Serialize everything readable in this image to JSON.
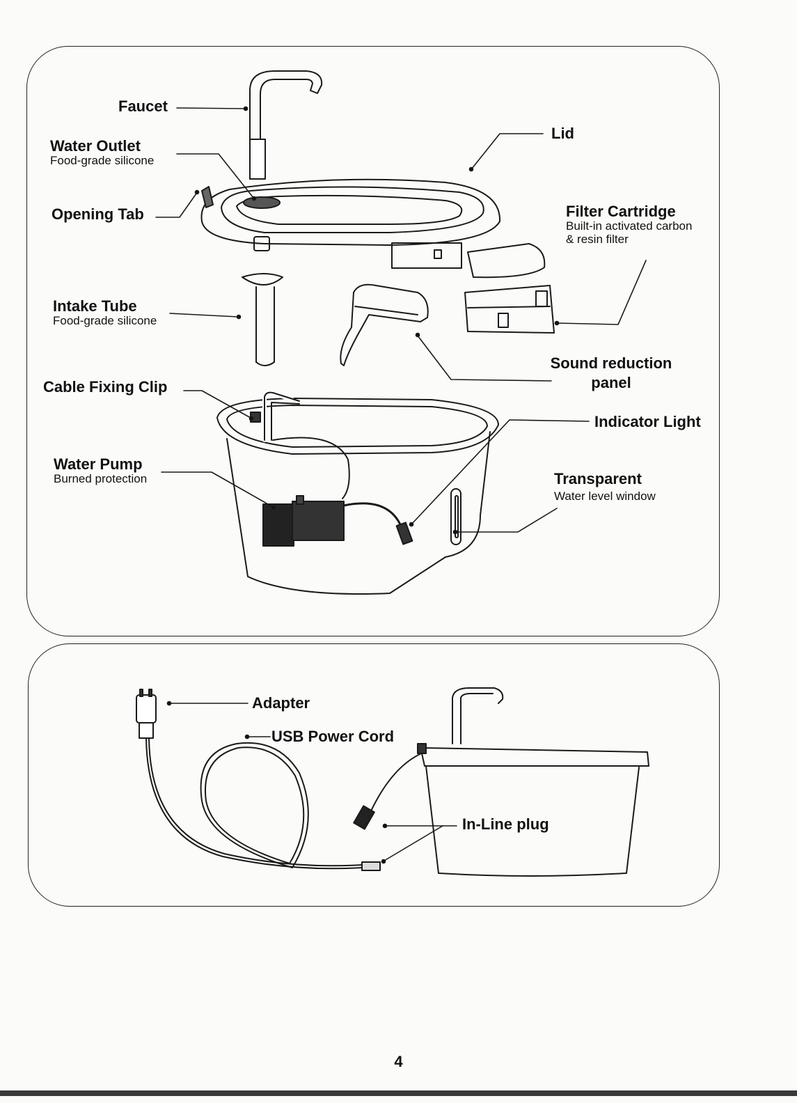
{
  "diagram": {
    "exploded_view": {
      "faucet": {
        "title": "Faucet"
      },
      "water_outlet": {
        "title": "Water Outlet",
        "subtitle": "Food-grade silicone"
      },
      "opening_tab": {
        "title": "Opening Tab"
      },
      "intake_tube": {
        "title": "Intake Tube",
        "subtitle": "Food-grade silicone"
      },
      "cable_clip": {
        "title": "Cable Fixing Clip"
      },
      "water_pump": {
        "title": "Water Pump",
        "subtitle": "Burned protection"
      },
      "lid": {
        "title": "Lid"
      },
      "filter_cartridge": {
        "title": "Filter Cartridge",
        "subtitle_line1": "Built-in activated carbon",
        "subtitle_line2": "& resin filter"
      },
      "sound_panel": {
        "title_line1": "Sound reduction",
        "title_line2": "panel"
      },
      "indicator_light": {
        "title": "Indicator Light"
      },
      "water_window": {
        "title": "Transparent",
        "subtitle": "Water level window"
      }
    },
    "connection_view": {
      "adapter": {
        "title": "Adapter"
      },
      "usb_cord": {
        "title": "USB Power Cord"
      },
      "inline_plug": {
        "title": "In-Line plug"
      }
    }
  },
  "page": {
    "number": "4"
  }
}
